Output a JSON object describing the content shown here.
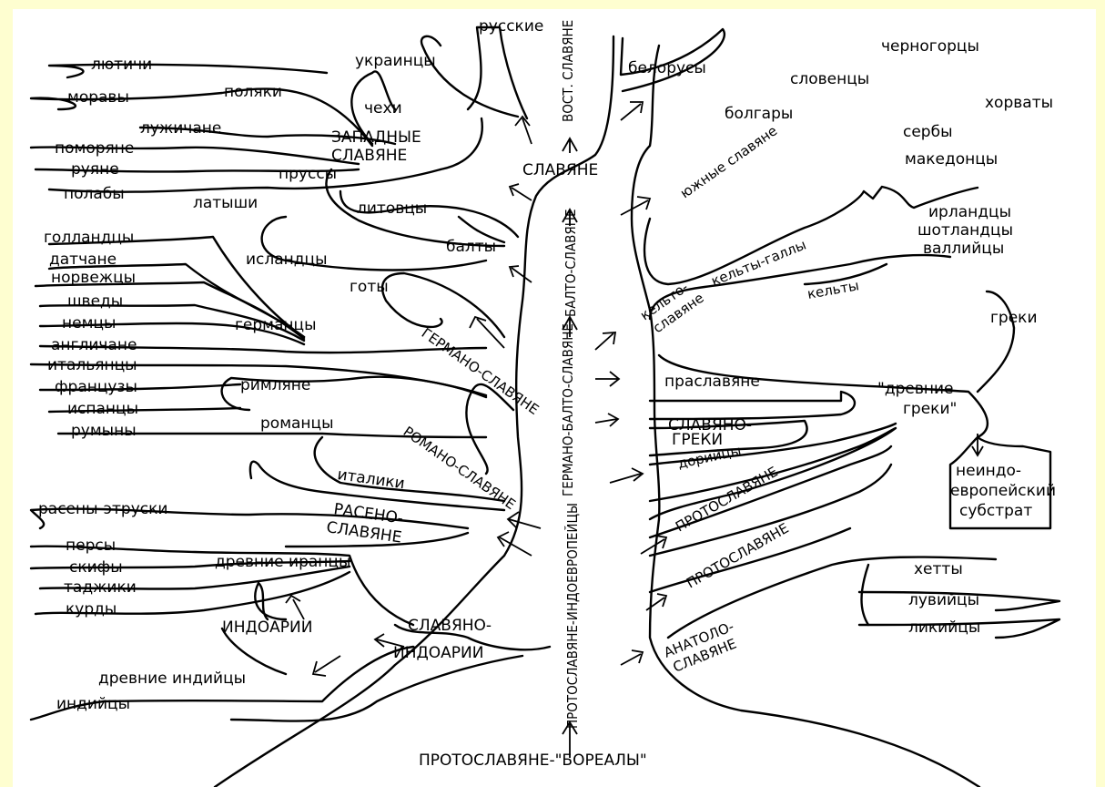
{
  "colors": {
    "frame": "#fefed0",
    "ink": "#000000",
    "paper": "#ffffff"
  },
  "trunk": {
    "root": "ПРОТОСЛАВЯНЕ-\"БОРЕАЛЫ\"",
    "stage1": "ПРОТОСЛАВЯНЕ-ИНДОЕВРОПЕЙЦЫ",
    "stage2": "ГЕРМАНО-БАЛТО-СЛАВЯНЕ",
    "stage3": "БАЛТО-СЛАВЯНЕ",
    "stage4": "СЛАВЯНЕ",
    "stage5": "ВОСТ. СЛАВЯНЕ"
  },
  "east": {
    "russians": "русские",
    "ukrainians": "украинцы",
    "belarusians": "белорусы"
  },
  "west": {
    "group_line1": "ЗАПАДНЫЕ",
    "group_line2": "СЛАВЯНЕ",
    "lyutichi": "лютичи",
    "moravy": "моравы",
    "polyaki": "поляки",
    "chekhi": "чехи",
    "luzhichane": "лужичане",
    "pomoryane": "поморяне",
    "ruyane": "руяне",
    "polaby": "полабы"
  },
  "south": {
    "group": "южные славяне",
    "chernogortsy": "черногорцы",
    "slovensy": "словенцы",
    "bolgary": "болгары",
    "khorvaty": "хорваты",
    "serby": "сербы",
    "makedontsy": "македонцы"
  },
  "balts": {
    "prussy": "пруссы",
    "latyshi": "латыши",
    "litovtsy": "литовцы",
    "balty": "балты"
  },
  "germans": {
    "gollandtsy": "голландцы",
    "datchane": "датчане",
    "norvezhtsy": "норвежцы",
    "islandtsy": "исландцы",
    "goty": "готы",
    "shvedy": "шведы",
    "nemtsy": "немцы",
    "germantsy": "германцы",
    "anglichane": "англичане",
    "group": "ГЕРМАНО-СЛАВЯНЕ"
  },
  "romans": {
    "italyantsy": "итальянцы",
    "frantsuzy": "французы",
    "rimlyane": "римляне",
    "ispantsy": "испанцы",
    "romantsy": "романцы",
    "rumyny": "румыны",
    "group": "РОМАНО-СЛАВЯНЕ",
    "italiki": "италики"
  },
  "etruscans": {
    "rasenyetruski": "расены-этруски",
    "group_line1": "РАСЕНО-",
    "group_line2": "СЛАВЯНЕ"
  },
  "iranians": {
    "persy": "персы",
    "skify": "скифы",
    "tadzhiki": "таджики",
    "kurdy": "курды",
    "drevnie_irantsy": "древние иранцы"
  },
  "indo": {
    "indoarii": "ИНДОАРИИ",
    "slav_indo_line1": "СЛАВЯНО-",
    "slav_indo_line2": "ИНДОАРИИ",
    "drevnie_indiitsy": "древние индийцы",
    "indiitsy": "индийцы"
  },
  "celts": {
    "irlandtsy": "ирландцы",
    "shotlandtsy": "шотландцы",
    "valliitsy": "валлийцы",
    "kelty_gally": "кельты-галлы",
    "kelty": "кельты",
    "kelto_line1": "кельто-",
    "kelto_line2": "славяне"
  },
  "greeks": {
    "greki": "греки",
    "praslavyane": "праславяне",
    "drevnie_greki_line1": "\"древние",
    "drevnie_greki_line2": "греки\"",
    "slavyano_greki_line1": "СЛАВЯНО-",
    "slavyano_greki_line2": "ГРЕКИ",
    "doriitsy": "дорийцы",
    "substrat_line1": "неиндо-",
    "substrat_line2": "европейский",
    "substrat_line3": "субстрат"
  },
  "proto": {
    "protoslavyane_a": "ПРОТОСЛАВЯНЕ",
    "protoslavyane_b": "ПРОТОСЛАВЯНЕ"
  },
  "anatolia": {
    "khetty": "хетты",
    "luviitsy": "лувийцы",
    "likiitsy": "ликийцы",
    "group_line1": "АНАТОЛО-",
    "group_line2": "СЛАВЯНЕ"
  }
}
